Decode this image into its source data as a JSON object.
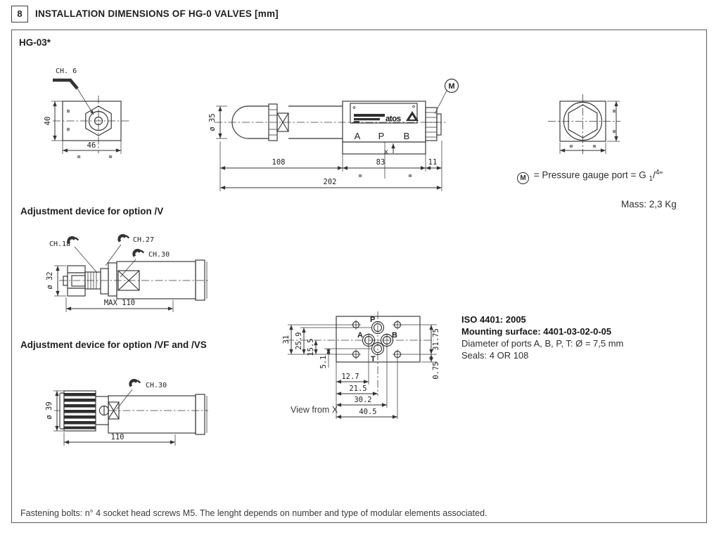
{
  "header": {
    "section_number": "8",
    "title": "INSTALLATION DIMENSIONS OF HG-0 VALVES [mm]"
  },
  "panel": {
    "model": "HG-03*"
  },
  "symbols": {
    "equal": "="
  },
  "front_view": {
    "wrench": "CH. 6",
    "dim_height": "40",
    "dim_width": "46"
  },
  "side_view": {
    "dim_diameter": "ø 35",
    "brand": "atos",
    "ports": {
      "a": "A",
      "p": "P",
      "b": "B"
    },
    "x_marker": "x",
    "gauge_marker": "M",
    "dim_left": "108",
    "dim_body": "83",
    "dim_right": "11",
    "dim_total": "202"
  },
  "gauge_note": {
    "marker": "M",
    "text": "= Pressure gauge port = G",
    "fraction_num": "1",
    "fraction_den": "4",
    "quote": "\""
  },
  "mass_note": "Mass: 2,3 Kg",
  "option_v": {
    "heading": "Adjustment device for option /V",
    "wrench_18": "CH.18",
    "wrench_27": "CH.27",
    "wrench_30": "CH.30",
    "dim_diameter": "ø 32",
    "dim_length": "MAX 110"
  },
  "option_vf": {
    "heading": "Adjustment device for option /VF and /VS",
    "wrench_30": "CH.30",
    "dim_diameter": "ø 39",
    "dim_length": "110"
  },
  "mounting_view": {
    "ports": {
      "p": "P",
      "a": "A",
      "b": "B",
      "t": "T"
    },
    "dim_31": "31",
    "dim_25_9": "25.9",
    "dim_15_5": "15.5",
    "dim_5_1": "5.1",
    "dim_31_75": "31.75",
    "dim_0_75": "0.75",
    "dim_12_7": "12.7",
    "dim_21_5": "21.5",
    "dim_30_2": "30.2",
    "dim_40_5": "40.5",
    "caption": "View from X"
  },
  "iso_block": {
    "line1": "ISO 4401: 2005",
    "line2": "Mounting surface: 4401-03-02-0-05",
    "line3": "Diameter of ports A, B, P, T: Ø = 7,5 mm",
    "line4": "Seals: 4 OR 108"
  },
  "footer_note": "Fastening bolts: n° 4 socket head screws M5. The lenght depends on number and type of modular elements associated."
}
